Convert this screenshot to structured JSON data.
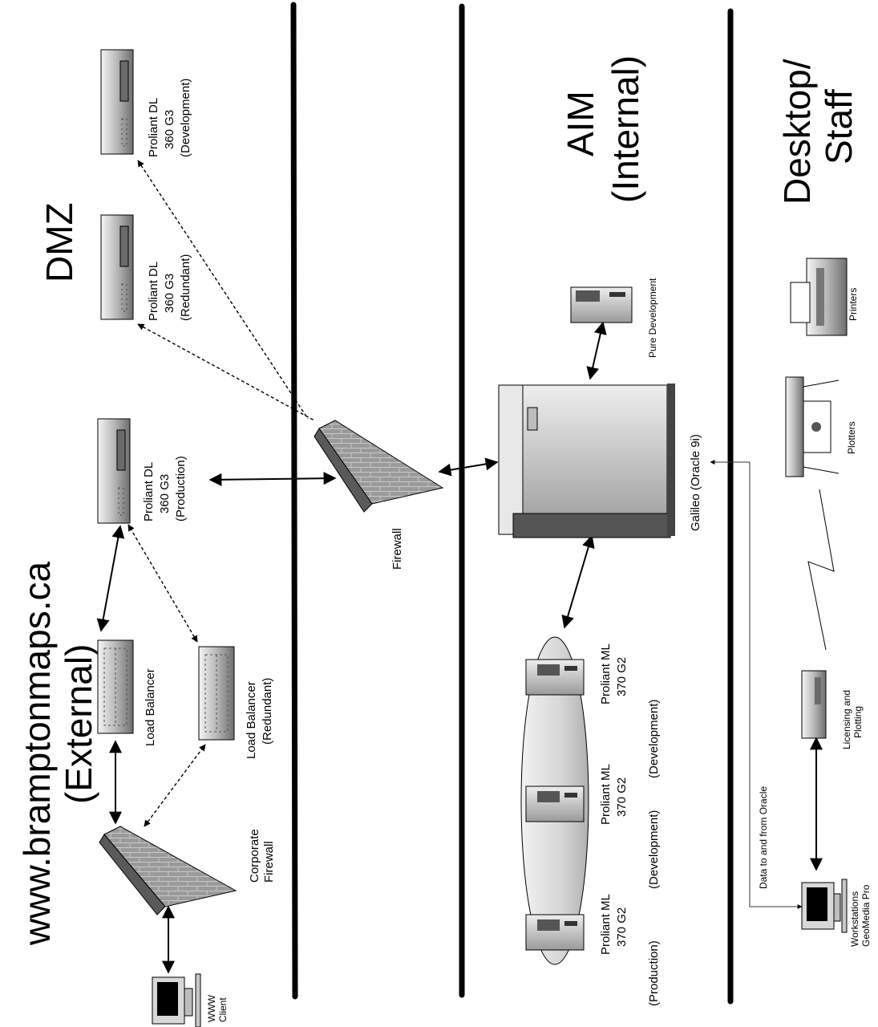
{
  "zones": {
    "external_line1": "www.bramptonmaps.ca",
    "external_line2": "(External)",
    "dmz": "DMZ",
    "aim_line1": "AIM",
    "aim_line2": "(Internal)",
    "desktop_line1": "Desktop/",
    "desktop_line2": "Staff"
  },
  "nodes": {
    "www_client": [
      "WWW",
      "Client"
    ],
    "corporate_firewall": [
      "Corporate",
      "Firewall"
    ],
    "load_balancer": [
      "Load Balancer"
    ],
    "load_balancer_redundant": [
      "Load Balancer",
      "(Redundant)"
    ],
    "proliant_production": [
      "Proliant DL",
      "360 G3",
      "(Production)"
    ],
    "proliant_redundant": [
      "Proliant DL",
      "360 G3",
      "(Redundant)"
    ],
    "proliant_development": [
      "Proliant DL",
      "360 G3",
      "(Development)"
    ],
    "firewall": [
      "Firewall"
    ],
    "galileo": [
      "Galileo (Oracle 9i)"
    ],
    "pure_development": [
      "Pure Development"
    ],
    "ml_production": [
      "Proliant ML",
      "370 G2",
      "(Production)"
    ],
    "ml_development_1": [
      "Proliant ML",
      "370 G2",
      "(Development)"
    ],
    "ml_development_2": [
      "Proliant ML",
      "370 G2",
      "(Development)"
    ],
    "printers": [
      "Printers"
    ],
    "plotters": [
      "Plotters"
    ],
    "licensing": [
      "Licensing and",
      "Plotting"
    ],
    "workstations": [
      "Workstations",
      "GeoMedia Pro"
    ],
    "data_oracle": [
      "Data to and from Oracle"
    ]
  },
  "icons": [
    "computer-icon",
    "firewall-icon",
    "load-balancer-icon",
    "server-icon",
    "database-server-icon",
    "tower-server-icon",
    "printer-icon",
    "plotter-icon",
    "lightning-icon"
  ]
}
